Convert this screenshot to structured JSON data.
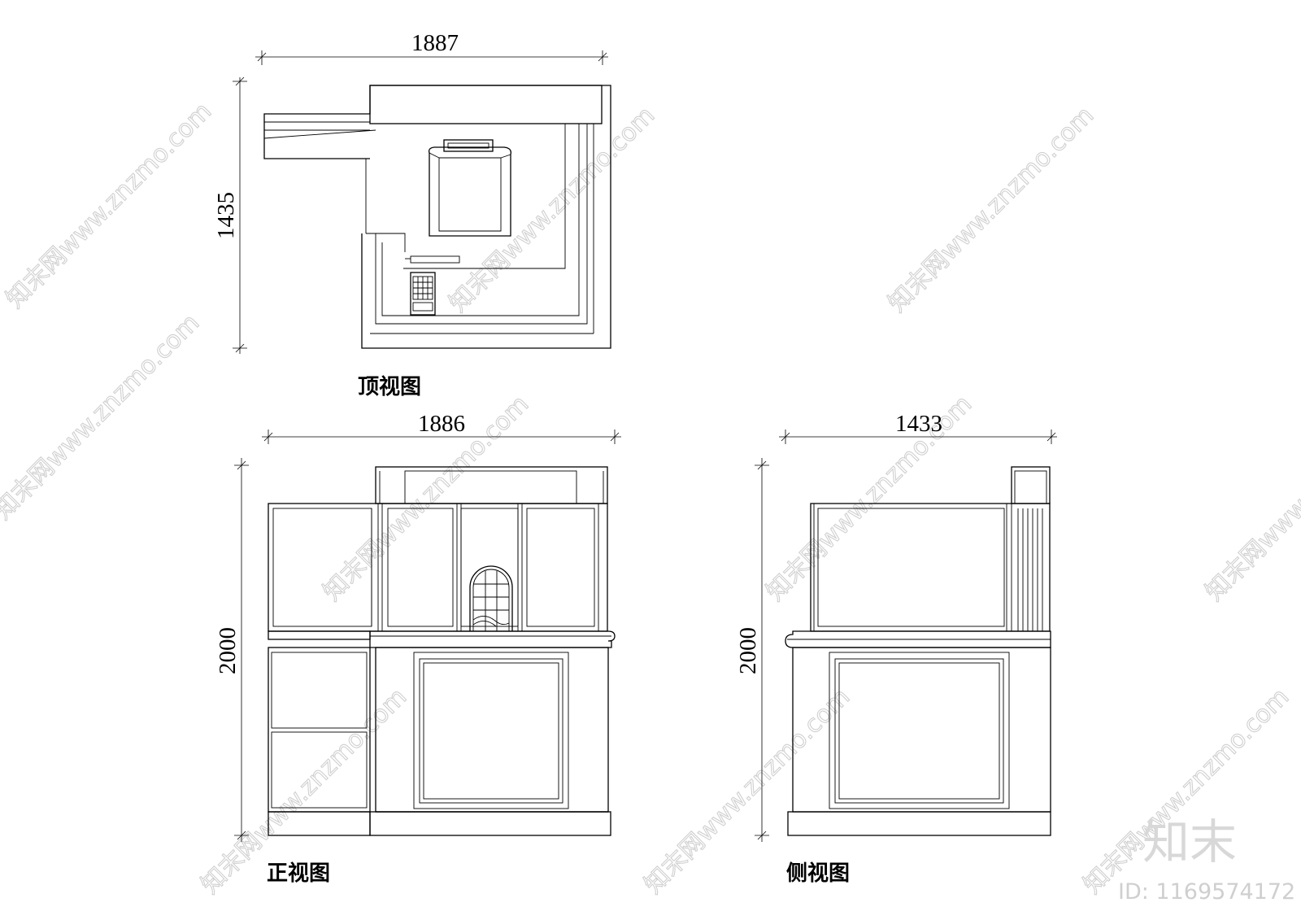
{
  "views": {
    "top": {
      "caption": "顶视图",
      "width_dim": "1887",
      "depth_dim": "1435"
    },
    "front": {
      "caption": "正视图",
      "width_dim": "1886",
      "height_dim": "2000"
    },
    "side": {
      "caption": "侧视图",
      "width_dim": "1433",
      "height_dim": "2000"
    }
  },
  "watermark": {
    "text": "知末网www.znzmo.com",
    "brand": "知末",
    "id_label": "ID: 1169574172"
  }
}
